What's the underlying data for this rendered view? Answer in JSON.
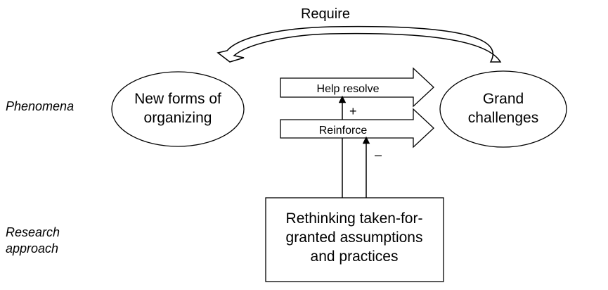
{
  "labels": {
    "phenomena": "Phenomena",
    "research_approach_line1": "Research",
    "research_approach_line2": "approach"
  },
  "nodes": {
    "new_forms": {
      "line1": "New forms of",
      "line2": "organizing"
    },
    "grand_challenges": {
      "line1": "Grand",
      "line2": "challenges"
    },
    "rethinking": {
      "line1": "Rethinking taken-for-",
      "line2": "granted assumptions",
      "line3": "and practices"
    }
  },
  "arrows": {
    "require": "Require",
    "help_resolve": "Help resolve",
    "reinforce": "Reinforce",
    "plus_sign": "+",
    "minus_sign": "–"
  },
  "colors": {
    "stroke": "#000000",
    "fill": "#ffffff"
  }
}
